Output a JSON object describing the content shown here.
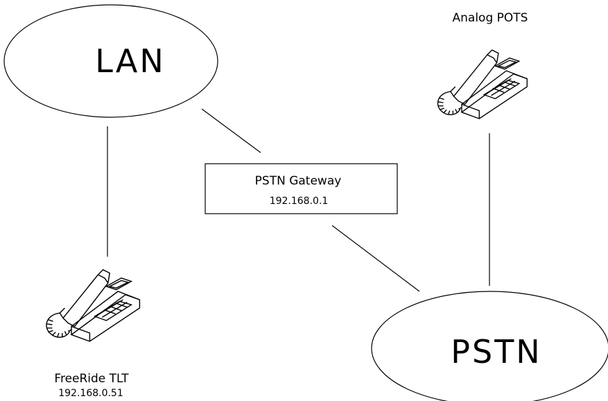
{
  "nodes": {
    "lan": {
      "label": "LAN"
    },
    "pstn": {
      "label": "PSTN"
    },
    "gateway": {
      "title": "PSTN Gateway",
      "ip": "192.168.0.1"
    },
    "analog_phone": {
      "label": "Analog POTS",
      "icon": "telephone-icon"
    },
    "freeride_phone": {
      "label": "FreeRide TLT",
      "ip": "192.168.0.51",
      "icon": "telephone-icon"
    }
  },
  "colors": {
    "line": "#000000",
    "background": "#ffffff"
  }
}
